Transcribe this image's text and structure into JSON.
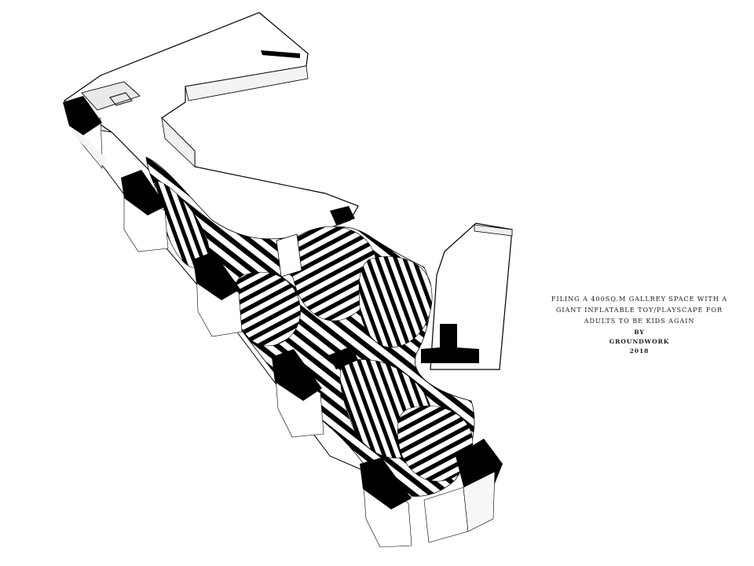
{
  "caption": {
    "line1": "FILING A 400SQ.M GALLREY SPACE WITH A",
    "line2": "GIANT INFLATABLE TOY/PLAYSCAPE FOR",
    "line3": "ADULTS TO BE KIDS AGAIN",
    "by": "BY",
    "author": "GROUNDWORK",
    "year": "2018"
  },
  "colors": {
    "background": "#ffffff",
    "wall": "#ffffff",
    "shadow": "#e6e6e6",
    "column": "#000000",
    "stripe": "#000000"
  }
}
